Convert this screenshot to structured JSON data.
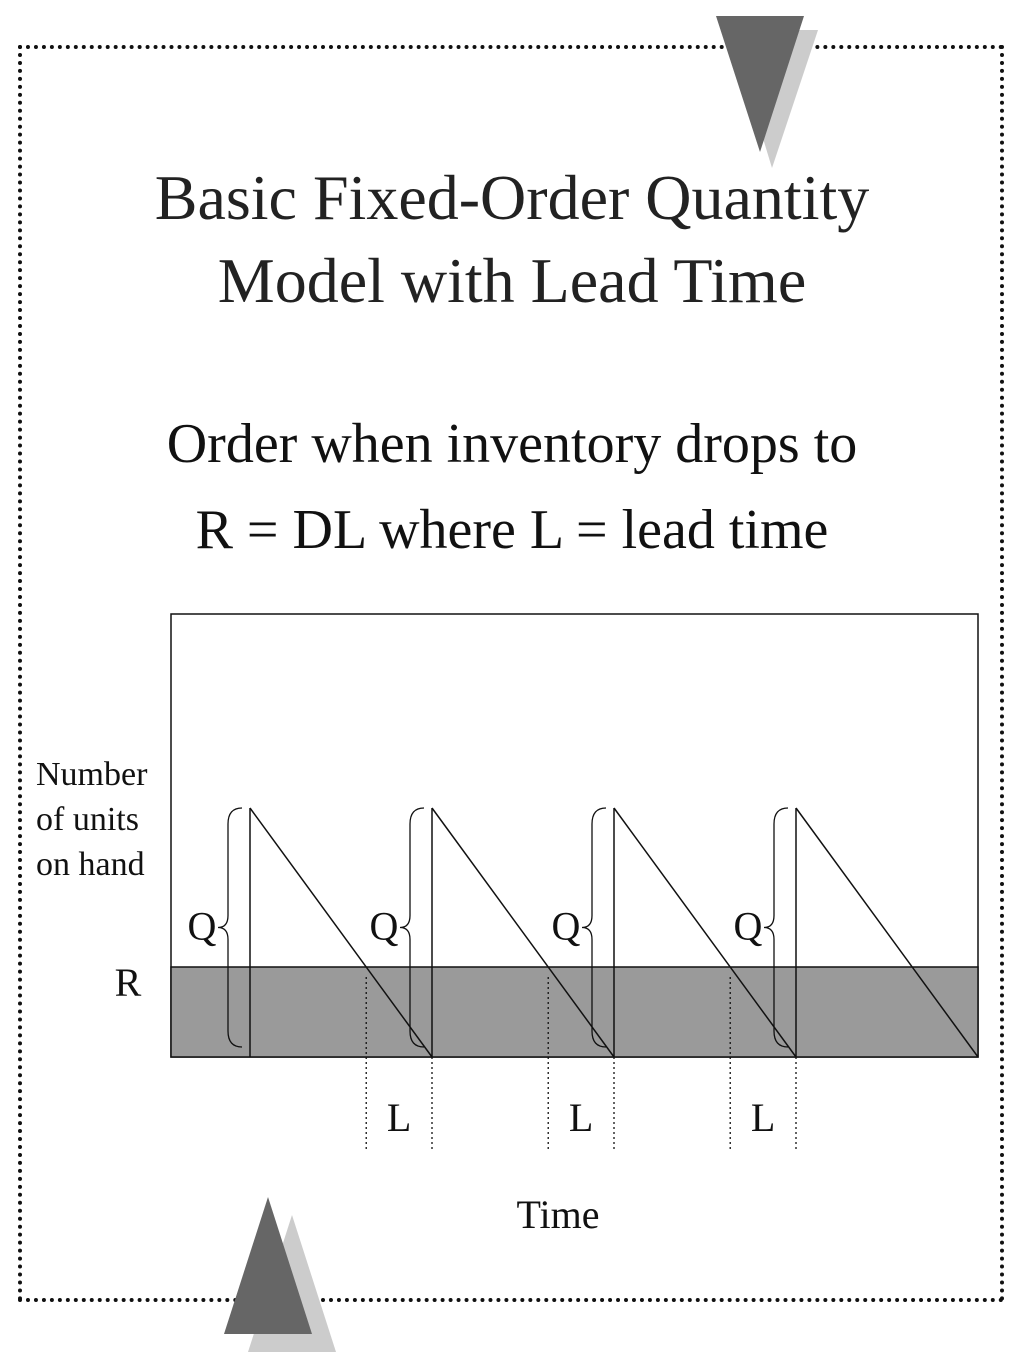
{
  "slide": {
    "title_lines": [
      "Basic Fixed-Order Quantity",
      "Model with Lead Time"
    ],
    "subtitle_lines": [
      "Order when inventory drops to",
      "R = DL where L = lead time"
    ]
  },
  "diagram": {
    "y_axis_label_lines": [
      "Number",
      "of units",
      "on hand"
    ],
    "reorder_label": "R",
    "quantity_label": "Q",
    "lead_time_label": "L",
    "x_axis_label": "Time",
    "cycles": 4,
    "colors": {
      "safety_band": "#9a9a9a",
      "deco_dark": "#666666",
      "deco_light": "#cccccc",
      "line": "#111111"
    }
  }
}
